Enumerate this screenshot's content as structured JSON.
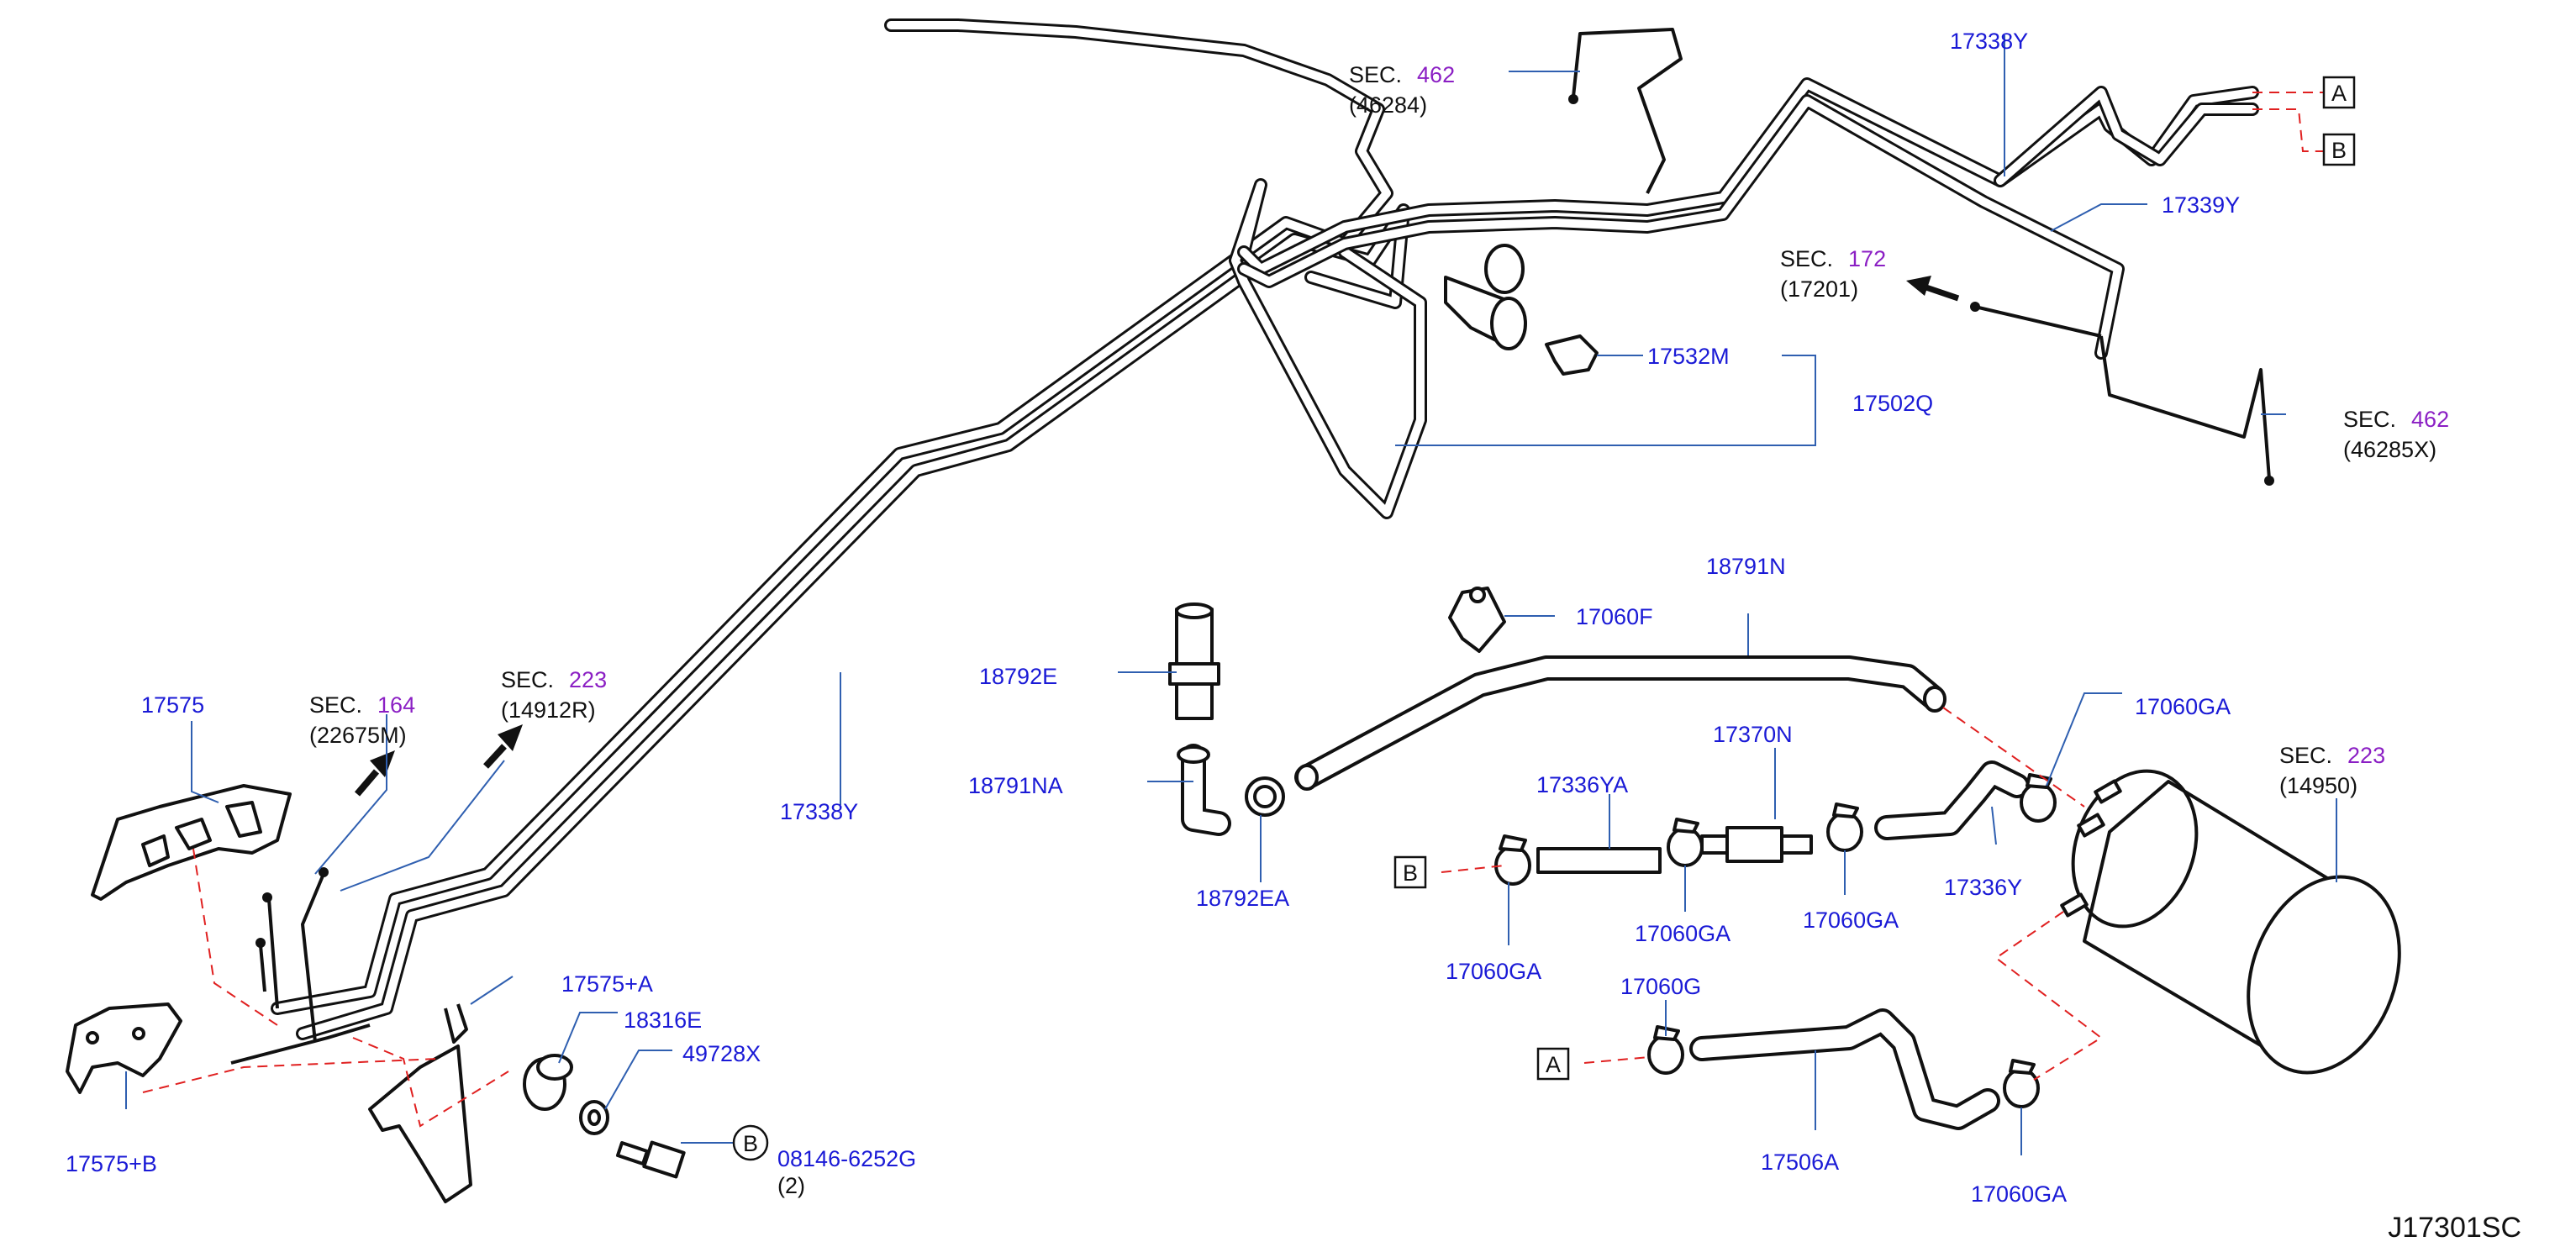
{
  "diagram_code": "J17301SC",
  "part_labels": {
    "p17338Y_top": "17338Y",
    "p17339Y": "17339Y",
    "p17532M": "17532M",
    "p17502Q": "17502Q",
    "p18791N": "18791N",
    "p17060F": "17060F",
    "p18792E": "18792E",
    "p18791NA": "18791NA",
    "p18792EA": "18792EA",
    "p17338Y_mid": "17338Y",
    "p17575": "17575",
    "p17575A": "17575+A",
    "p18316E": "18316E",
    "p49728X": "49728X",
    "p17575B": "17575+B",
    "p08146": "08146-6252G",
    "p17370N": "17370N",
    "p17336YA": "17336YA",
    "p17060GA_top": "17060GA",
    "p17060GA_b1": "17060GA",
    "p17060GA_b2": "17060GA",
    "p17060GA_b3": "17060GA",
    "p17060GA_bottom": "17060GA",
    "p17336Y": "17336Y",
    "p17060G": "17060G",
    "p17506A": "17506A"
  },
  "sections": {
    "sec462a": {
      "word": "SEC.",
      "number": "462",
      "ref": "(46284)"
    },
    "sec172": {
      "word": "SEC.",
      "number": "172",
      "ref": "(17201)"
    },
    "sec462b": {
      "word": "SEC.",
      "number": "462",
      "ref": "(46285X)"
    },
    "sec164": {
      "word": "SEC.",
      "number": "164",
      "ref": "(22675M)"
    },
    "sec223a": {
      "word": "SEC.",
      "number": "223",
      "ref": "(14912R)"
    },
    "sec223b": {
      "word": "SEC.",
      "number": "223",
      "ref": "(14950)"
    }
  },
  "bolt_qty": "(2)",
  "connector_marks": {
    "a_top": "A",
    "b_top": "B",
    "b_left": "B",
    "a_bottom": "A",
    "b_bolt": "B"
  }
}
